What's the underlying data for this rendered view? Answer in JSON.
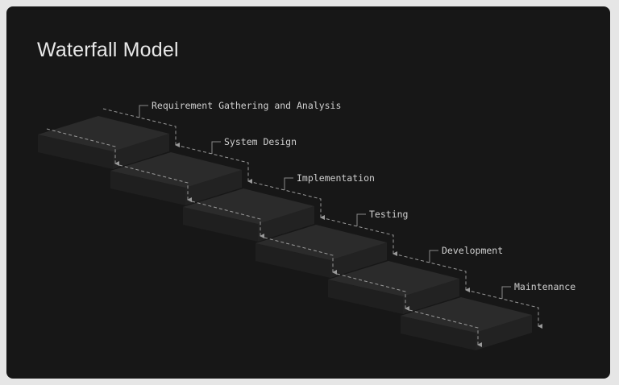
{
  "title": "Waterfall Model",
  "phases": [
    {
      "label": "Requirement Gathering and Analysis"
    },
    {
      "label": "System Design"
    },
    {
      "label": "Implementation"
    },
    {
      "label": "Testing"
    },
    {
      "label": "Development"
    },
    {
      "label": "Maintenance"
    }
  ],
  "colors": {
    "background": "#171717",
    "step_top": "#2b2b2b",
    "step_side": "#1f1f1f",
    "step_front": "#222222",
    "dash": "#9a9a9a",
    "text": "#cfcfcf"
  }
}
